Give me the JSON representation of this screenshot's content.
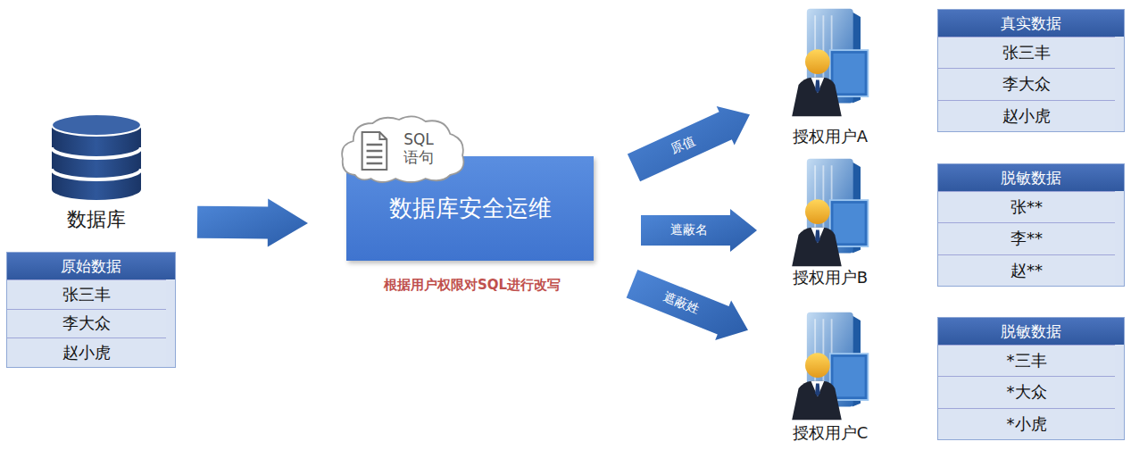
{
  "diagram": {
    "nodes": [
      {
        "text": [
          "数据库"
        ]
      },
      {
        "text": [
          "原始数据"
        ]
      },
      {
        "text": [
          "张三丰"
        ],
        "in": 1
      },
      {
        "text": [
          "李大众"
        ],
        "in": 1
      },
      {
        "text": [
          "赵小虎"
        ],
        "in": 1
      },
      {
        "text": [
          "SQL 语句"
        ]
      },
      {
        "text": [
          "数据库安全运维"
        ]
      },
      {
        "text": [
          "授权用户A"
        ]
      },
      {
        "text": [
          "真实数据"
        ]
      },
      {
        "text": [
          "张三丰"
        ],
        "in": 8
      },
      {
        "text": [
          "李大众"
        ],
        "in": 8
      },
      {
        "text": [
          "赵小虎"
        ],
        "in": 8
      },
      {
        "text": [
          "授权用户B"
        ]
      },
      {
        "text": [
          "脱敏数据"
        ]
      },
      {
        "text": [
          "张**"
        ],
        "in": 13
      },
      {
        "text": [
          "李**"
        ],
        "in": 13
      },
      {
        "text": [
          "赵**"
        ],
        "in": 13
      },
      {
        "text": [
          "授权用户C"
        ]
      },
      {
        "text": [
          "脱敏数据"
        ]
      },
      {
        "text": [
          "*三丰"
        ],
        "in": 18
      },
      {
        "text": [
          "*大众"
        ],
        "in": 18
      },
      {
        "text": [
          "*小虎"
        ],
        "in": 18
      }
    ],
    "edges": [
      {
        "from": 0,
        "to": 6,
        "arrow": "to"
      },
      {
        "from": 6,
        "to": 7,
        "label": "原值",
        "arrow": "to"
      },
      {
        "from": 6,
        "to": 12,
        "label": "遮蔽名",
        "arrow": "to"
      },
      {
        "from": 6,
        "to": 17,
        "label": "遮蔽姓",
        "arrow": "to"
      }
    ],
    "labels": [
      "根据用户权限对SQL进行改写"
    ]
  }
}
